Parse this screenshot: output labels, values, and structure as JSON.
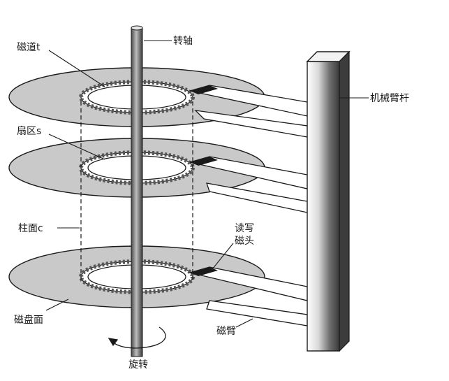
{
  "labels": {
    "track": "磁道t",
    "spindle": "转轴",
    "sector": "扇区s",
    "arm_pole": "机械臂杆",
    "cylinder": "柱面c",
    "rw_head_line1": "读写",
    "rw_head_line2": "磁头",
    "platter_surface": "磁盘面",
    "arm": "磁臂",
    "rotation": "旋转"
  },
  "colors": {
    "platter_fill": "#c9c9c9",
    "outline": "#1a1a1a",
    "background": "#ffffff"
  }
}
